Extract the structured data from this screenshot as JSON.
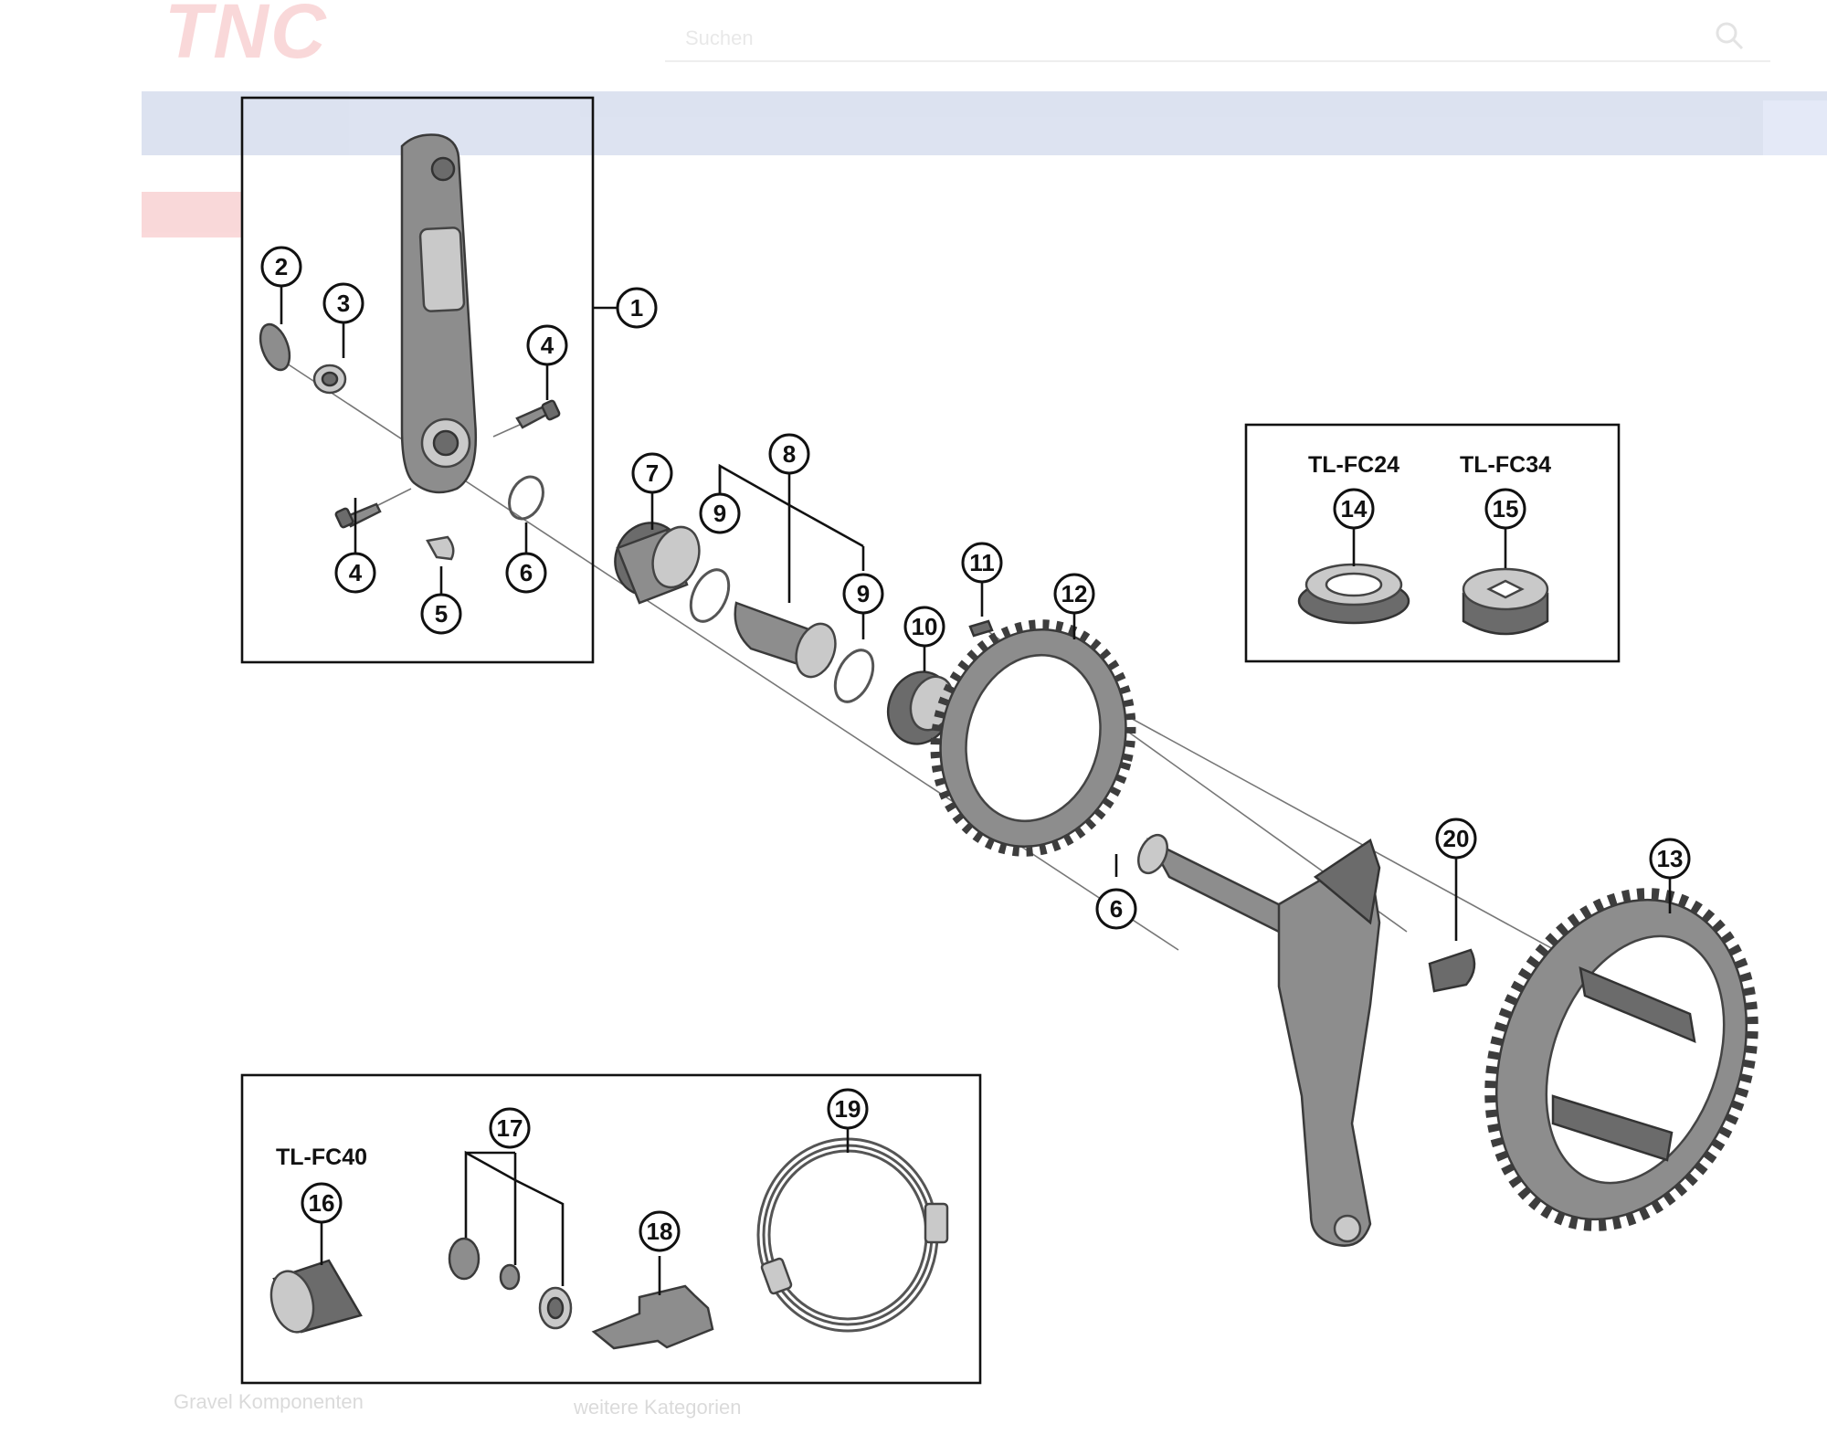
{
  "background_page": {
    "logo": "TNC",
    "search": {
      "placeholder": "Suchen"
    },
    "footer_links": [
      "Gravel Komponenten",
      "weitere Kategorien"
    ]
  },
  "diagram": {
    "callouts": [
      "1",
      "2",
      "3",
      "4",
      "4",
      "5",
      "6",
      "6",
      "7",
      "8",
      "9",
      "9",
      "10",
      "11",
      "12",
      "13",
      "14",
      "15",
      "16",
      "17",
      "18",
      "19",
      "20"
    ],
    "tools": [
      {
        "model": "TL-FC24",
        "callout": "14"
      },
      {
        "model": "TL-FC34",
        "callout": "15"
      },
      {
        "model": "TL-FC40",
        "callout": "16"
      }
    ]
  }
}
